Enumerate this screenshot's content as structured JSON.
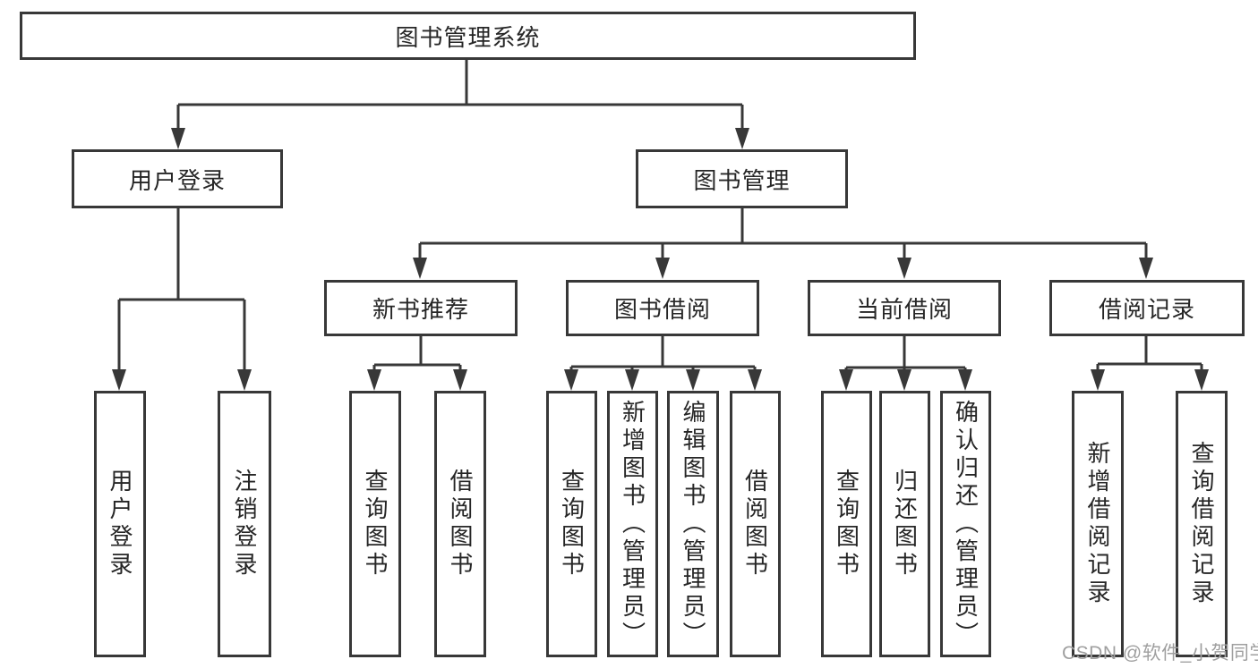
{
  "page": {
    "background_color": "#ffffff",
    "line_color": "#383838",
    "text_color": "#262626",
    "watermark_color": "#9f9f9f"
  },
  "diagram": {
    "root": {
      "label": "图书管理系统"
    },
    "level2": [
      {
        "label": "用户登录"
      },
      {
        "label": "图书管理"
      }
    ],
    "level3": [
      {
        "label": "新书推荐",
        "parent": "图书管理"
      },
      {
        "label": "图书借阅",
        "parent": "图书管理"
      },
      {
        "label": "当前借阅",
        "parent": "图书管理"
      },
      {
        "label": "借阅记录",
        "parent": "图书管理"
      }
    ],
    "leaves": [
      {
        "label": "用户登录",
        "parent": "用户登录"
      },
      {
        "label": "注销登录",
        "parent": "用户登录"
      },
      {
        "label": "查询图书",
        "parent": "新书推荐"
      },
      {
        "label": "借阅图书",
        "parent": "新书推荐"
      },
      {
        "label": "查询图书",
        "parent": "图书借阅"
      },
      {
        "label": "新增图书（管理员）",
        "parent": "图书借阅"
      },
      {
        "label": "编辑图书（管理员）",
        "parent": "图书借阅"
      },
      {
        "label": "借阅图书",
        "parent": "图书借阅"
      },
      {
        "label": "查询图书",
        "parent": "当前借阅"
      },
      {
        "label": "归还图书",
        "parent": "当前借阅"
      },
      {
        "label": "确认归还（管理员）",
        "parent": "当前借阅"
      },
      {
        "label": "新增借阅记录",
        "parent": "借阅记录"
      },
      {
        "label": "查询借阅记录",
        "parent": "借阅记录"
      }
    ],
    "watermark": "CSDN @软件_小贺同学"
  }
}
